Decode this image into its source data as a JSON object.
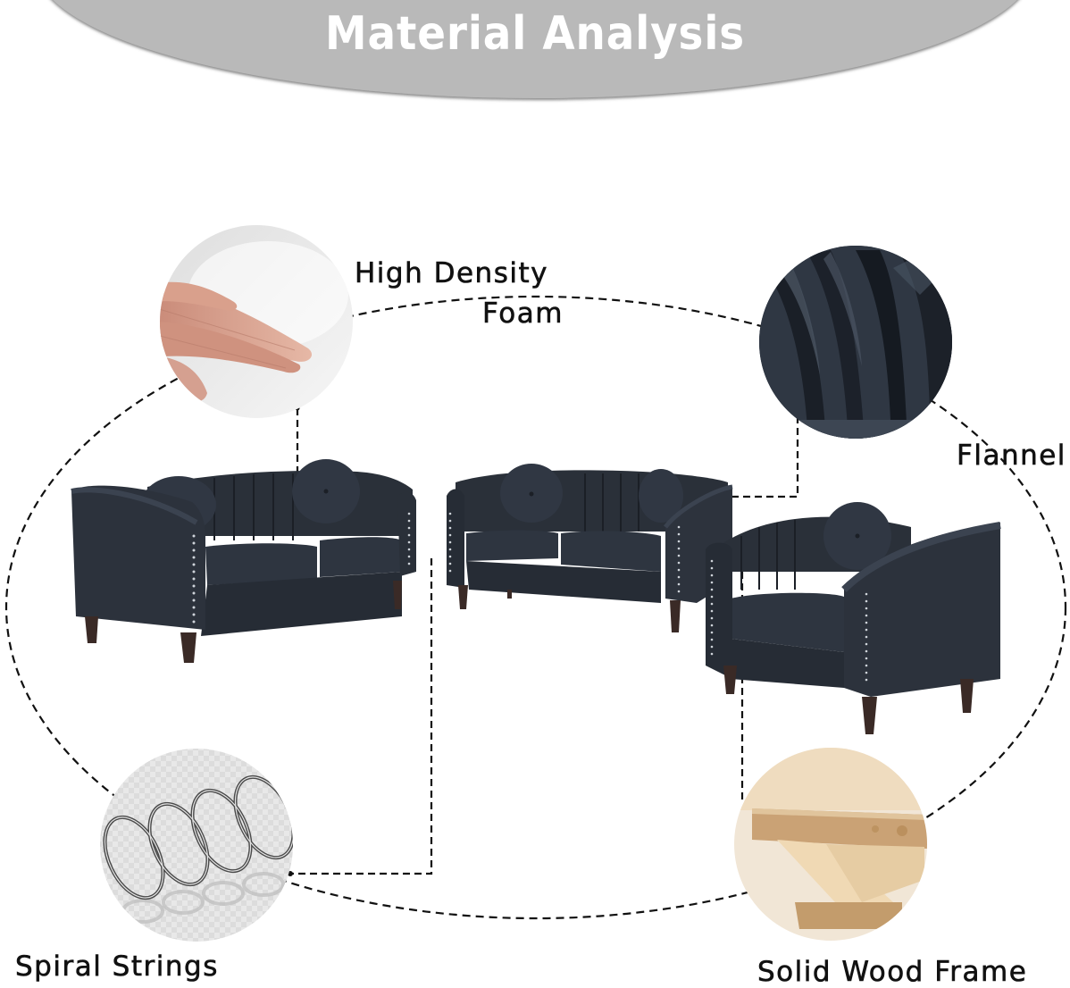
{
  "header": {
    "title": "Material Analysis",
    "banner_color": "#b9b9b9",
    "title_color": "#ffffff"
  },
  "callouts": [
    {
      "id": "foam",
      "label_line1": "High Density",
      "label_line2": "Foam",
      "icon": "foam-hand-icon"
    },
    {
      "id": "flannel",
      "label": "Flannel",
      "icon": "velvet-fabric-icon"
    },
    {
      "id": "springs",
      "label": "Spiral Strings",
      "icon": "spiral-spring-icon"
    },
    {
      "id": "wood",
      "label": "Solid Wood Frame",
      "icon": "wood-planks-icon"
    }
  ],
  "products": [
    {
      "id": "sofa",
      "name": "three-seat sofa",
      "color": "#2a3039"
    },
    {
      "id": "loveseat",
      "name": "loveseat",
      "color": "#2a3039"
    },
    {
      "id": "armchair",
      "name": "armchair",
      "color": "#2a3039"
    }
  ],
  "colors": {
    "upholstery": "#2b313a",
    "upholstery_dark": "#1b1f26",
    "upholstery_light": "#3c4450",
    "leg": "#3a2a26",
    "stud": "#d9dde2",
    "dash": "#111111"
  }
}
